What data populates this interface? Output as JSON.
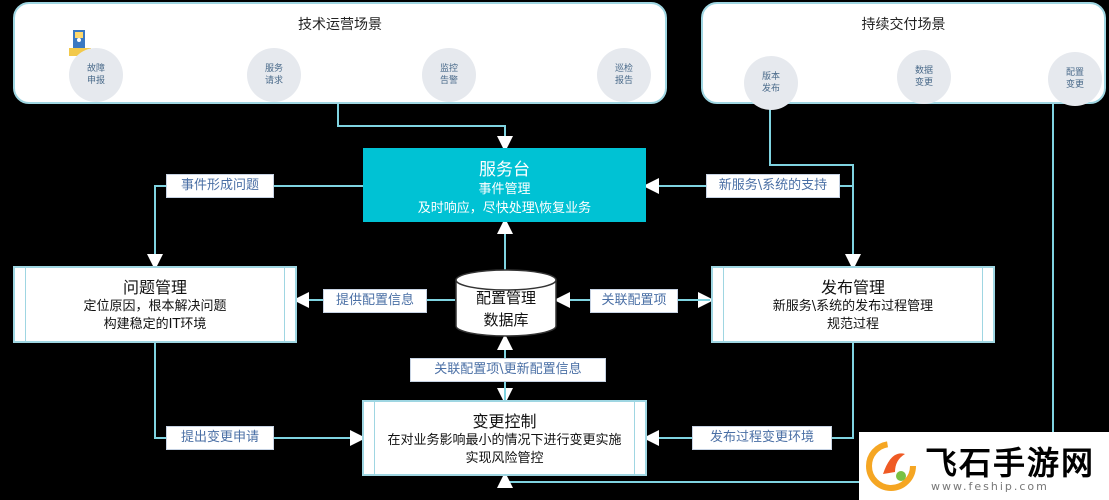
{
  "tech_scene": {
    "title": "技术运营场景",
    "items": [
      {
        "line1": "故障",
        "line2": "申报"
      },
      {
        "line1": "服务",
        "line2": "请求"
      },
      {
        "line1": "监控",
        "line2": "告警"
      },
      {
        "line1": "巡检",
        "line2": "报告"
      }
    ]
  },
  "delivery_scene": {
    "title": "持续交付场景",
    "items": [
      {
        "line1": "版本",
        "line2": "发布"
      },
      {
        "line1": "数据",
        "line2": "变更"
      },
      {
        "line1": "配置",
        "line2": "变更"
      }
    ]
  },
  "service_desk": {
    "title": "服务台",
    "line1": "事件管理",
    "line2": "及时响应，尽快处理\\恢复业务"
  },
  "problem_mgmt": {
    "title": "问题管理",
    "line1": "定位原因，根本解决问题",
    "line2": "构建稳定的IT环境"
  },
  "release_mgmt": {
    "title": "发布管理",
    "line1": "新服务\\系统的发布过程管理",
    "line2": "规范过程"
  },
  "change_ctrl": {
    "title": "变更控制",
    "line1": "在对业务影响最小的情况下进行变更实施",
    "line2": "实现风险管控"
  },
  "cmdb": {
    "line1": "配置管理",
    "line2": "数据库"
  },
  "labels": {
    "event_to_problem": "事件形成问题",
    "new_service_support": "新服务\\系统的支持",
    "provide_config": "提供配置信息",
    "related_ci": "关联配置项",
    "related_update_ci": "关联配置项\\更新配置信息",
    "propose_change": "提出变更申请",
    "release_change_env": "发布过程变更环境"
  },
  "watermark": {
    "name": "飞石手游网",
    "url": "www.feship.com"
  },
  "colors": {
    "accent": "#00c2d4",
    "border": "#9fd6e2",
    "label_text": "#4a6fa5",
    "connector": "#7fd3e0"
  }
}
